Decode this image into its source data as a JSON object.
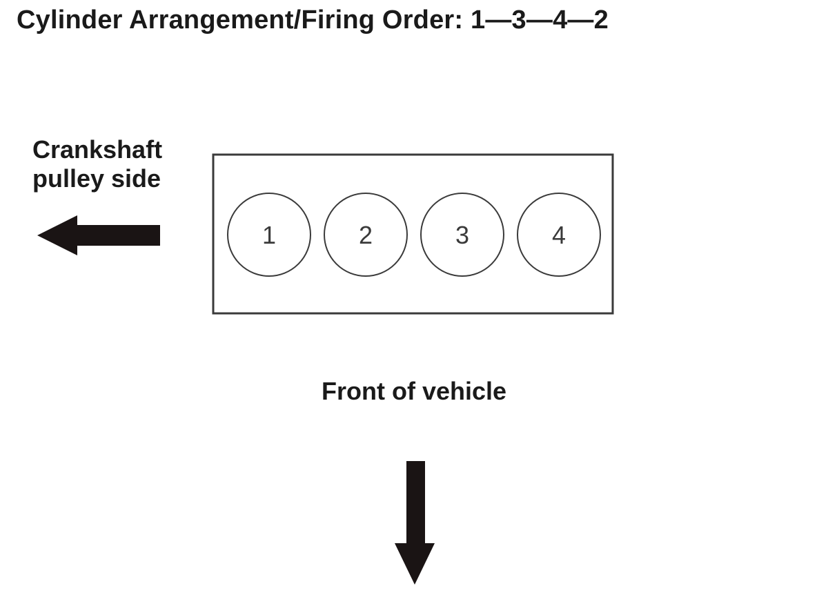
{
  "title": "Cylinder Arrangement/Firing Order: 1—3—4—2",
  "left_label": {
    "line1": "Crankshaft",
    "line2": "pulley side"
  },
  "front_label": "Front of vehicle",
  "cylinders": [
    "1",
    "2",
    "3",
    "4"
  ],
  "colors": {
    "line": "#3a3a3a",
    "arrow": "#1a1414",
    "text": "#1a1a1a"
  }
}
